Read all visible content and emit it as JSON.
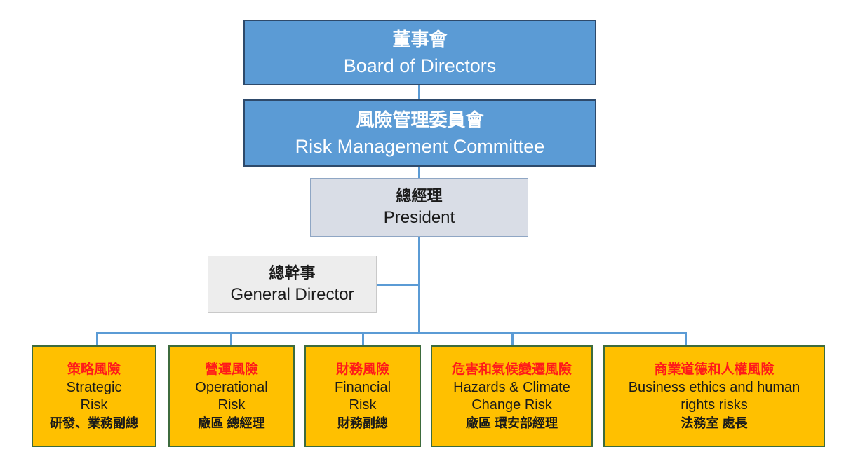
{
  "board": {
    "zh": "董事會",
    "en": "Board of Directors"
  },
  "committee": {
    "zh": "風險管理委員會",
    "en": "Risk Management Committee"
  },
  "president": {
    "zh": "總經理",
    "en": "President"
  },
  "general_director": {
    "zh": "總幹事",
    "en": "General Director"
  },
  "risks": [
    {
      "zh": "策略風險",
      "en1": "Strategic",
      "en2": "Risk",
      "owner": "研發、業務副總"
    },
    {
      "zh": "營運風險",
      "en1": "Operational",
      "en2": "Risk",
      "owner": "廠區 總經理"
    },
    {
      "zh": "財務風險",
      "en1": "Financial",
      "en2": "Risk",
      "owner": "財務副總"
    },
    {
      "zh": "危害和氣候變遷風險",
      "en1": "Hazards & Climate",
      "en2": "Change Risk",
      "owner": "廠區 環安部經理"
    },
    {
      "zh": "商業道德和人權風險",
      "en1": "Business ethics and human",
      "en2": "rights risks",
      "owner": "法務室 處長"
    }
  ],
  "colors": {
    "top_box": "#5b9bd5",
    "president_box": "#d9dde6",
    "general_director_box": "#ededed",
    "risk_box": "#ffc000",
    "risk_title_text": "#ff1a1a",
    "connector": "#5b9bd5"
  }
}
